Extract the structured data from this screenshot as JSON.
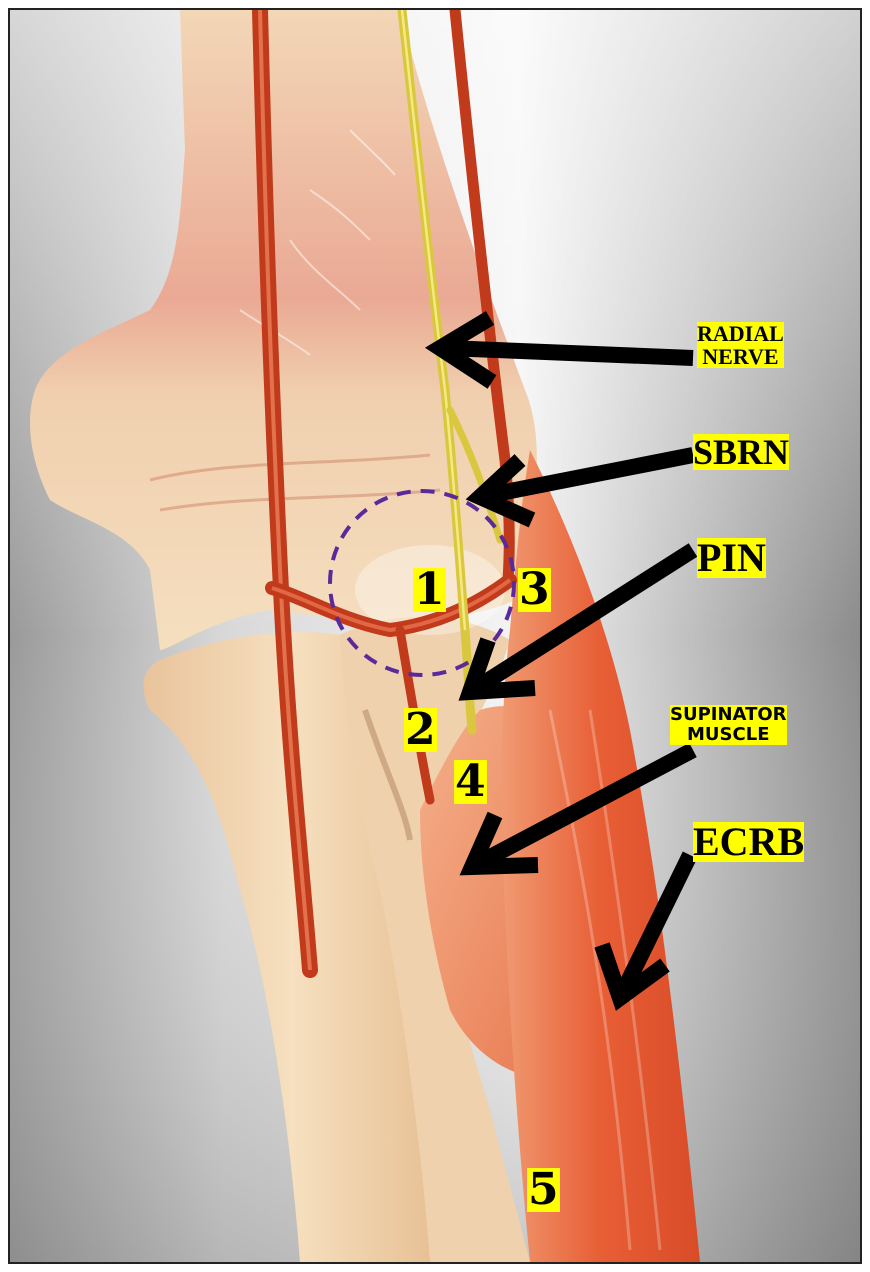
{
  "labels": {
    "radial_nerve_line1": "RADIAL",
    "radial_nerve_line2": "NERVE",
    "sbrn": "SBRN",
    "pin": "PIN",
    "supinator_line1": "SUPINATOR",
    "supinator_line2": "MUSCLE",
    "ecrb": "ECRB",
    "num1": "1",
    "num2": "2",
    "num3": "3",
    "num4": "4",
    "num5": "5"
  },
  "colors": {
    "label_highlight": "#ffff00",
    "bone": "#f1d5ac",
    "muscle": "#e9643c",
    "artery": "#c8361c",
    "nerve": "#d7c93f",
    "arrow": "#000000",
    "circle": "#5a2a9a"
  }
}
